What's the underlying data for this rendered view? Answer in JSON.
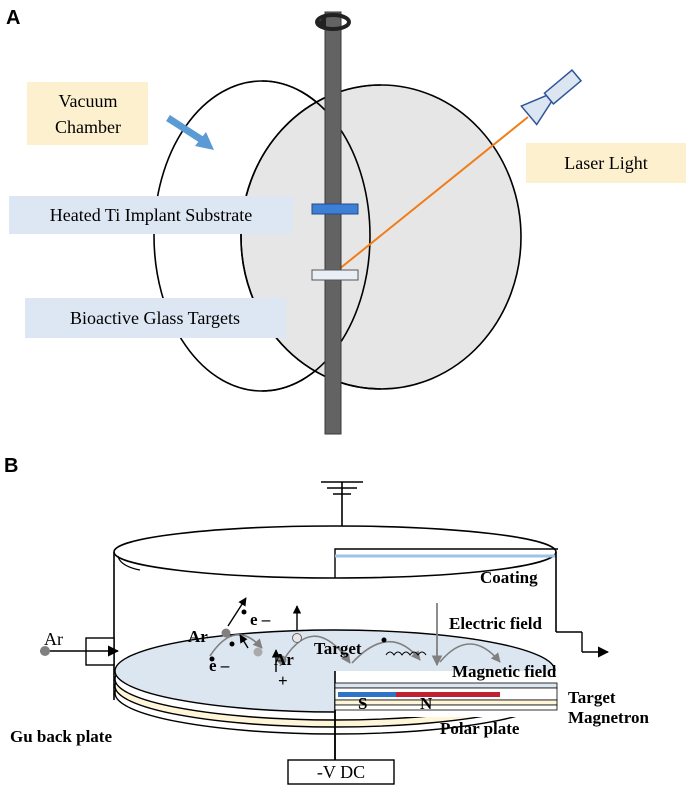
{
  "panel_a": {
    "letter": "A",
    "vacuum_chamber": [
      "Vacuum",
      "Chamber"
    ],
    "laser_light": "Laser Light",
    "heated_ti_substrate": "Heated Ti Implant Substrate",
    "bioactive_glass_targets": "Bioactive Glass Targets"
  },
  "panel_b": {
    "letter": "B",
    "coating": "Coating",
    "electric_field": "Electric field",
    "magnetic_field": "Magnetic field",
    "target": "Target",
    "target_magnetron": [
      "Target",
      "Magnetron"
    ],
    "polar_plate": "Polar plate",
    "back_plate": "Gu back plate",
    "power_supply": "-V DC",
    "ar_inlet": "Ar",
    "ar_ion": "Ar",
    "ar_plus": "Ar",
    "electron_1": "e –",
    "electron_2": "e –",
    "plus_sign": "+",
    "magnet_s": "S",
    "magnet_n": "N"
  },
  "colors": {
    "chamber_fill": "#e6e6e6",
    "label_box_yellow": "#fdf0cf",
    "label_box_blue": "#dde6f3",
    "laser_beam": "#f07d1a",
    "arrow_blue": "#5b9bd5",
    "rod": "#636363",
    "target_plate": "#dce6f1",
    "magnet_red": "#c0202f",
    "magnet_blue": "#2e75c8"
  }
}
